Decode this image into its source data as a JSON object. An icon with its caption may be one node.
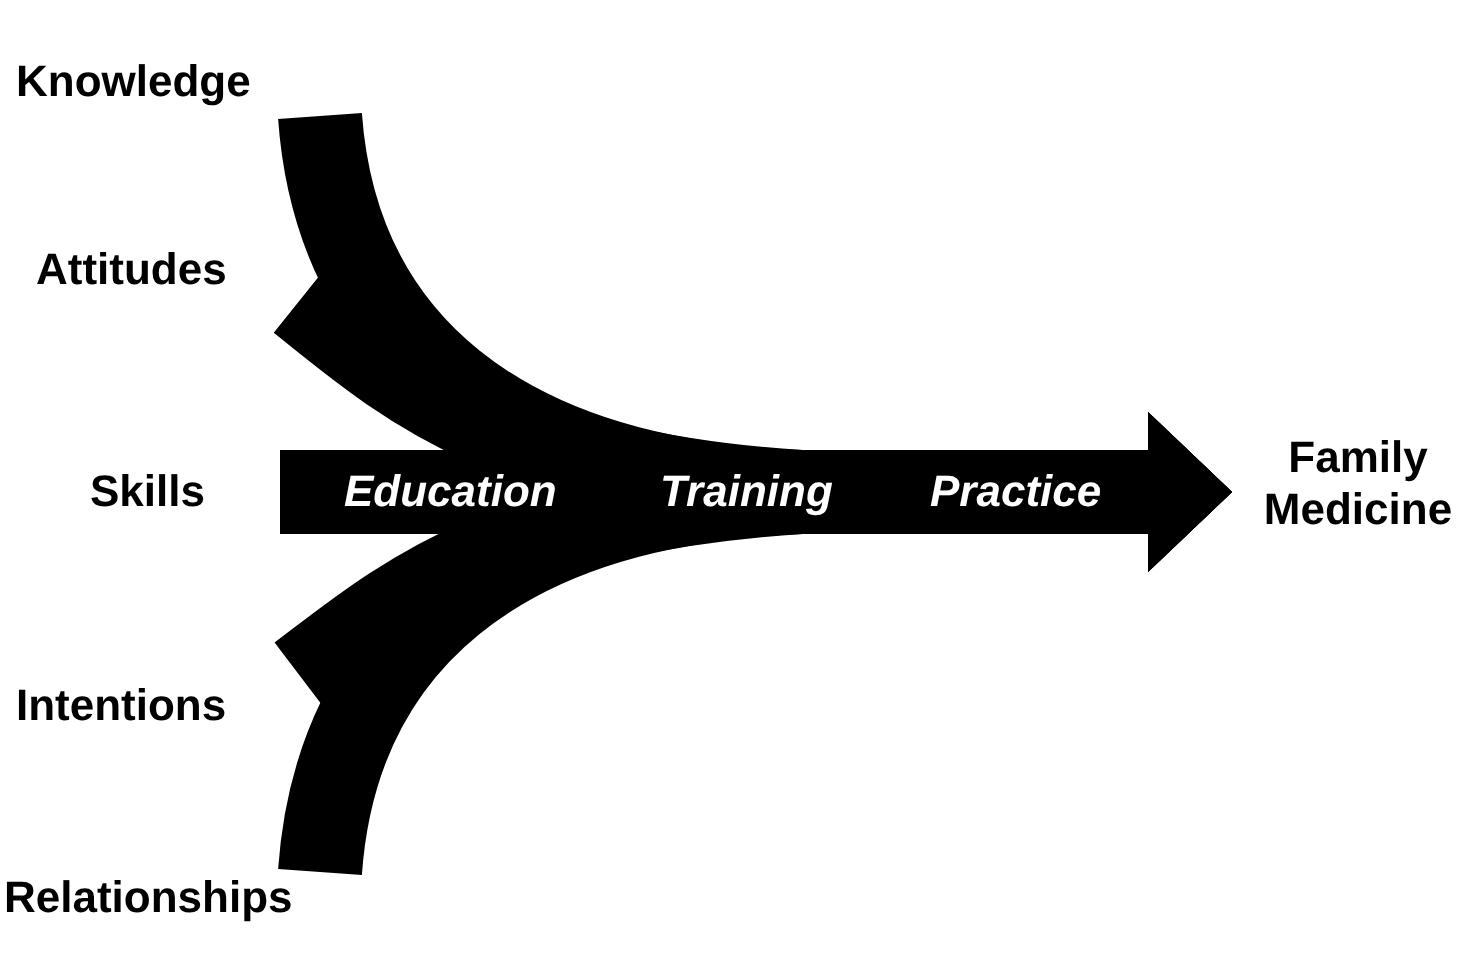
{
  "diagram": {
    "nodes": [
      {
        "text": [
          "Knowledge"
        ]
      },
      {
        "text": [
          "Attitudes"
        ]
      },
      {
        "text": [
          "Skills"
        ]
      },
      {
        "text": [
          "Intentions"
        ]
      },
      {
        "text": [
          "Relationships"
        ]
      },
      {
        "text": [
          "Family Medicine"
        ]
      }
    ],
    "edges": [
      {
        "from": 0,
        "to": 5,
        "arrow": "to"
      },
      {
        "from": 1,
        "to": 5,
        "arrow": "to"
      },
      {
        "from": 2,
        "to": 5,
        "arrow": "to"
      },
      {
        "from": 3,
        "to": 5,
        "arrow": "to"
      },
      {
        "from": 4,
        "to": 5,
        "arrow": "to"
      }
    ],
    "labels": [
      "Education",
      "Training",
      "Practice"
    ]
  }
}
